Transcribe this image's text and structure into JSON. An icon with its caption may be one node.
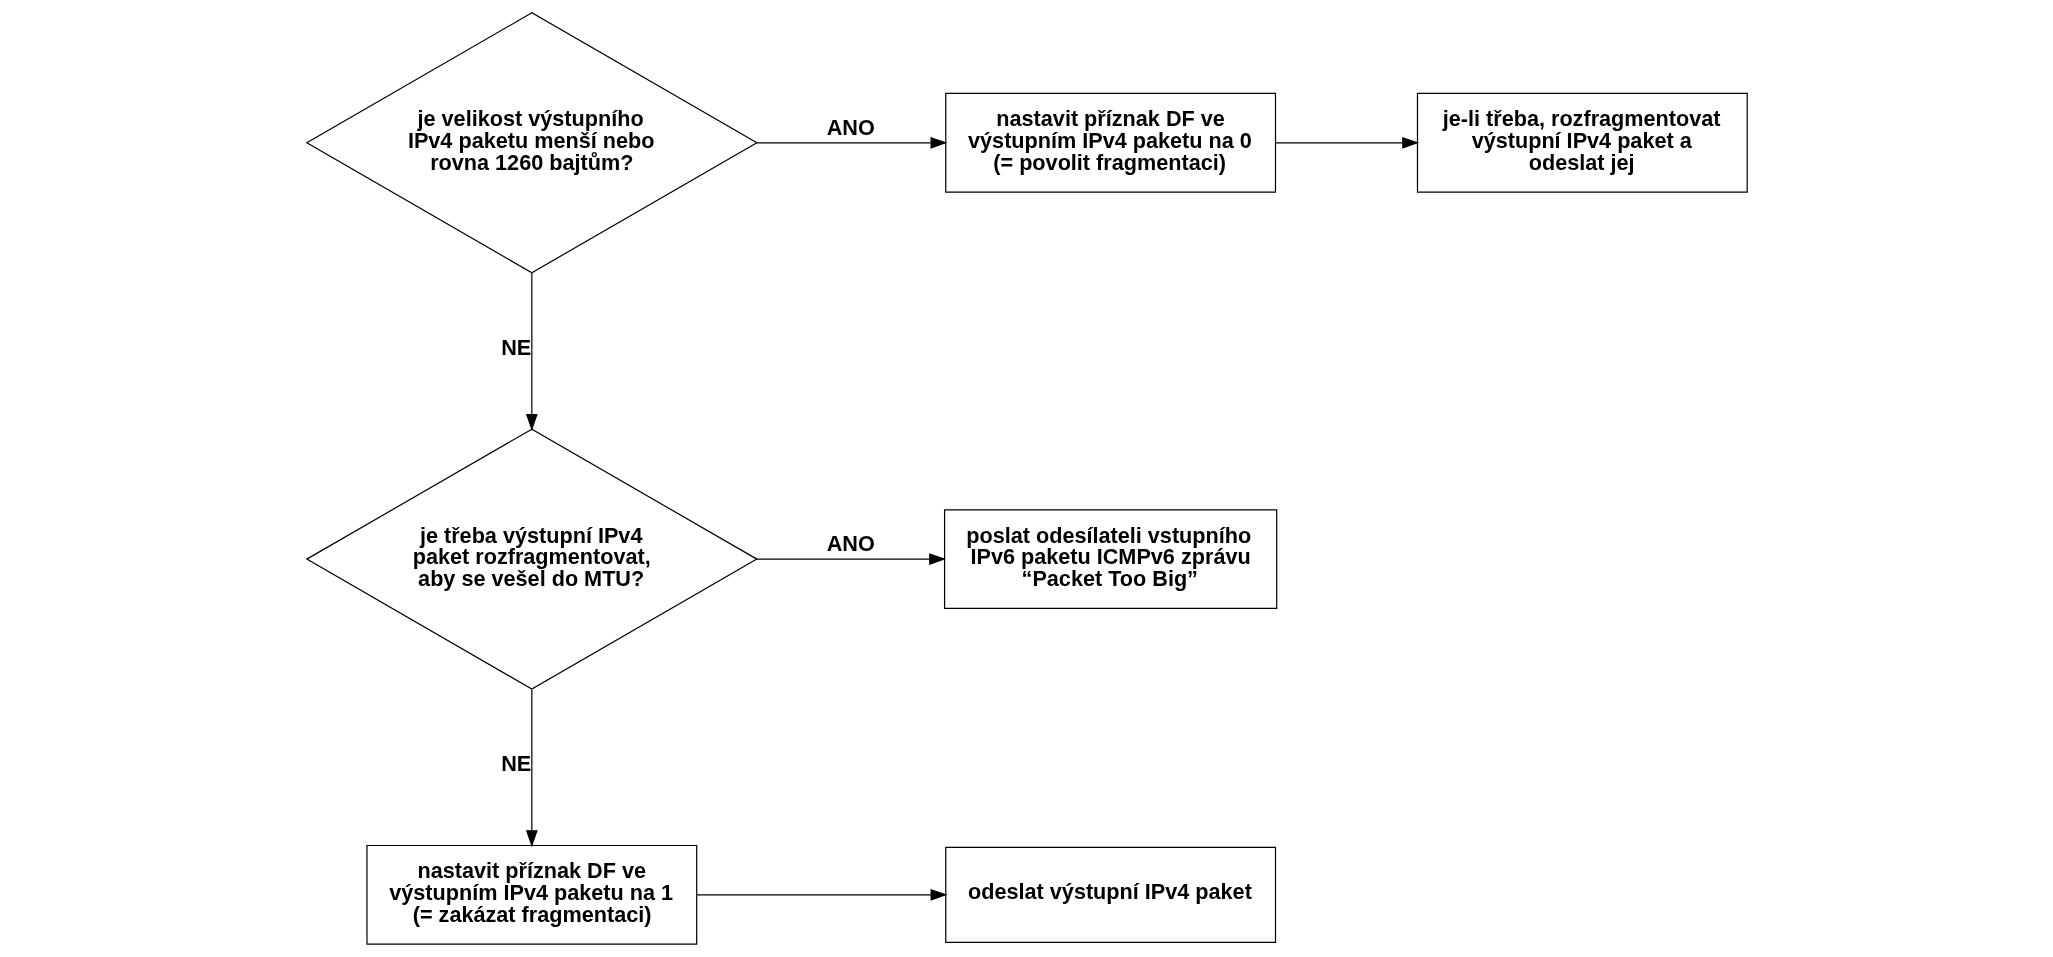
{
  "diagram": {
    "nodes": [
      {
        "text": [
          "je velikost výstupního IPv4 paketu menší nebo rovna 1260 bajtům?"
        ]
      },
      {
        "text": [
          "nastavit příznak DF ve výstupním IPv4 paketu na 0 (= povolit fragmentaci)"
        ]
      },
      {
        "text": [
          "je-li třeba, rozfragmentovat výstupní IPv4 paket a odeslat jej"
        ]
      },
      {
        "text": [
          "je třeba výstupní IPv4 paket rozfragmentovat, aby se vešel do MTU?"
        ]
      },
      {
        "text": [
          "poslat odesílateli vstupního IPv6 paketu ICMPv6 zprávu “Packet Too Big”"
        ]
      },
      {
        "text": [
          "nastavit příznak DF ve výstupním IPv4 paketu na 1 (= zakázat fragmentaci)"
        ]
      },
      {
        "text": [
          "odeslat výstupní IPv4 paket"
        ]
      }
    ],
    "edges": [
      {
        "from": 0,
        "to": 1,
        "arrow": "to",
        "label": "ANO"
      },
      {
        "from": 1,
        "to": 2,
        "arrow": "to"
      },
      {
        "from": 0,
        "to": 3,
        "arrow": "to",
        "label": "NE"
      },
      {
        "from": 3,
        "to": 4,
        "arrow": "to",
        "label": "ANO"
      },
      {
        "from": 3,
        "to": 5,
        "arrow": "to",
        "label": "NE"
      },
      {
        "from": 5,
        "to": 6,
        "arrow": "to"
      }
    ]
  }
}
